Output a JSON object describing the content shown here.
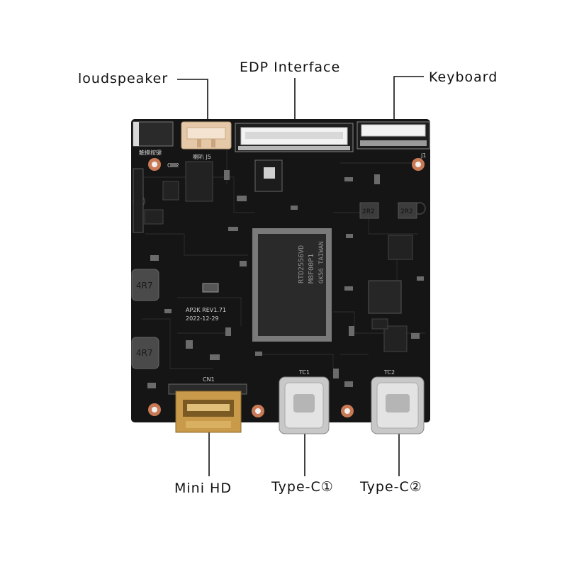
{
  "labels": {
    "loudspeaker": "loudspeaker",
    "edp": "EDP Interface",
    "keyboard": "Keyboard",
    "mini_hd": "Mini HD",
    "type_c1": "Type-C①",
    "type_c2": "Type-C②"
  },
  "silkscreen": {
    "j5": "喇叭 J5",
    "j1": "J1",
    "cn2": "CN2",
    "cn1": "CN1",
    "tc1": "TC1",
    "tc2": "TC2",
    "touch": "触摸按键",
    "rev": "AP2K REV1.71",
    "date": "2022-12-29",
    "ind1": "4R7",
    "ind2": "4R7",
    "coil1": "2R2",
    "coil2": "2R2",
    "chip_line1": "RTD2556VD",
    "chip_line2": "M8F00P1",
    "chip_line3": "GK56 TAIWAN"
  },
  "colors": {
    "board": "#151515",
    "trace": "#262626",
    "gold": "#c89a4a",
    "connector": "#e4c8a8",
    "steel": "#c8c8c8"
  }
}
